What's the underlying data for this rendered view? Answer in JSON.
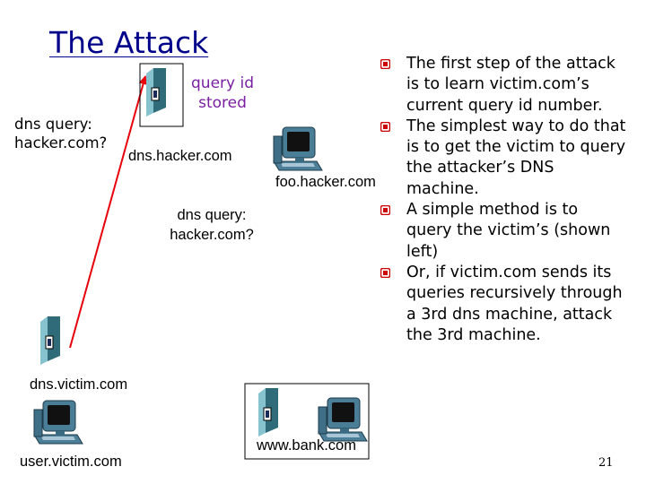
{
  "title": "The Attack",
  "labels": {
    "query_id_stored": "query id stored",
    "dns_query_left": "dns query: hacker.com?",
    "dns_hacker": "dns.hacker.com",
    "foo_hacker": "foo.hacker.com",
    "dns_query_center": "dns query: hacker.com?",
    "dns_victim": "dns.victim.com",
    "user_victim": "user.victim.com",
    "www_bank": "www.bank.com"
  },
  "bullets": [
    "The first step of the attack is to learn victim.com’s current query id number.",
    "The simplest way to do that is to get the victim to query the attacker’s DNS machine.",
    "A simple method is to query the victim’s (shown left)",
    "Or, if victim.com sends its queries recursively through a 3rd dns machine, attack the 3rd machine."
  ],
  "page_number": "21",
  "icons": [
    "server-icon",
    "computer-icon",
    "bullet-icon"
  ],
  "colors": {
    "title": "#00008b",
    "arrow": "#e8000b",
    "purple_label": "#7a1fa2",
    "bullet": "#cc0000",
    "server": "#5aa9b8"
  }
}
